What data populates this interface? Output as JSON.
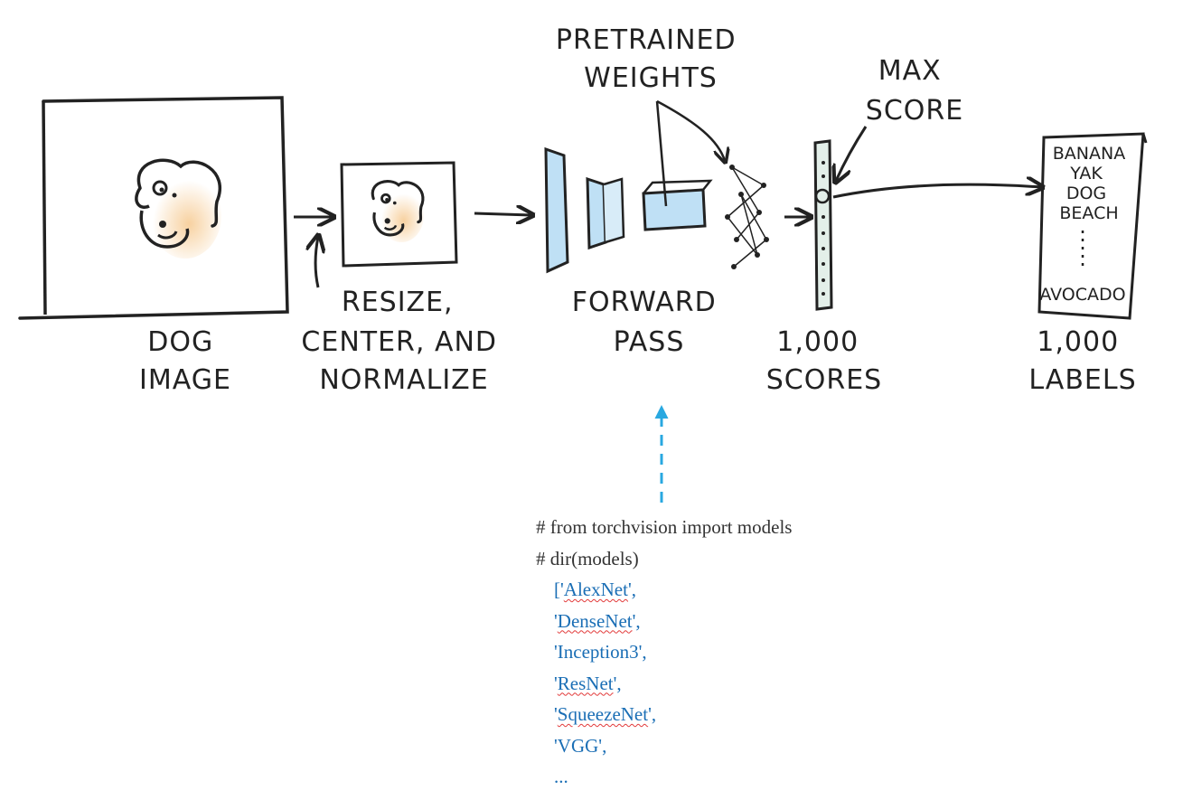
{
  "colors": {
    "ink": "#222222",
    "fill_blue": "#bfe0f5",
    "dog_tint": "#f6c98f",
    "dashed_arrow": "#29a8e0",
    "code_comment": "#333333",
    "code_module": "#1a6eb5"
  },
  "stages": {
    "dog_image": [
      "DOG",
      "IMAGE"
    ],
    "preprocess": [
      "RESIZE,",
      "CENTER, AND",
      "NORMALIZE"
    ],
    "forward": [
      "FORWARD",
      "PASS"
    ],
    "weights": [
      "PRETRAINED",
      "WEIGHTS"
    ],
    "max_score": [
      "MAX",
      "SCORE"
    ],
    "scores": [
      "1,000",
      "SCORES"
    ],
    "labels": [
      "1,000",
      "LABELS"
    ]
  },
  "label_list": [
    "BANANA",
    "YAK",
    "DOG",
    "BEACH",
    "AVOCADO"
  ],
  "code": {
    "comments": [
      "# from torchvision import models",
      "# dir(models)"
    ],
    "modules": [
      {
        "prefix": "['",
        "name": "AlexNet",
        "suffix": "',"
      },
      {
        "prefix": "'",
        "name": "DenseNet",
        "suffix": "',"
      },
      {
        "prefix": "'",
        "name": "Inception3",
        "suffix": "',"
      },
      {
        "prefix": "'",
        "name": "ResNet",
        "suffix": "',"
      },
      {
        "prefix": "'",
        "name": "SqueezeNet",
        "suffix": "',"
      },
      {
        "prefix": "'",
        "name": "VGG",
        "suffix": "',"
      },
      {
        "prefix": "",
        "name": "...",
        "suffix": ""
      }
    ]
  }
}
